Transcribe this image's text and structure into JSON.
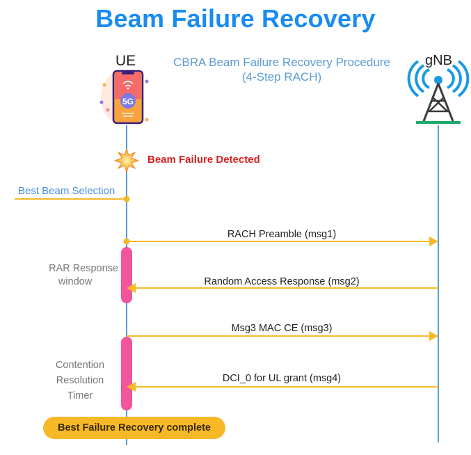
{
  "title": "Beam Failure Recovery",
  "subtitle_line1": "CBRA Beam Failure Recovery Procedure",
  "subtitle_line2": "(4-Step RACH)",
  "actors": {
    "ue": {
      "label": "UE",
      "icon": "smartphone-5g-icon",
      "badge": "5G"
    },
    "gnb": {
      "label": "gNB",
      "icon": "cell-tower-icon"
    }
  },
  "events": {
    "beam_failure": "Beam Failure Detected",
    "best_beam": "Best Beam Selection"
  },
  "messages": [
    {
      "label": "RACH Preamble (msg1)",
      "direction": "ue-to-gnb"
    },
    {
      "label": "Random Access Response (msg2)",
      "direction": "gnb-to-ue"
    },
    {
      "label": "Msg3 MAC CE (msg3)",
      "direction": "ue-to-gnb"
    },
    {
      "label": "DCI_0 for UL grant (msg4)",
      "direction": "gnb-to-ue"
    }
  ],
  "timers": {
    "rar_line1": "RAR Response",
    "rar_line2": "window",
    "cr_line1": "Contention",
    "cr_line2": "Resolution",
    "cr_line3": "Timer"
  },
  "completion": "Best Failure Recovery complete",
  "colors": {
    "title": "#1a8cf0",
    "subtitle": "#5b9bd5",
    "lifeline": "#5b9bd5",
    "arrow": "#f7b928",
    "timer_bar": "#f2559a",
    "alert": "#d71f1f",
    "tower_base": "#1fa86a"
  }
}
